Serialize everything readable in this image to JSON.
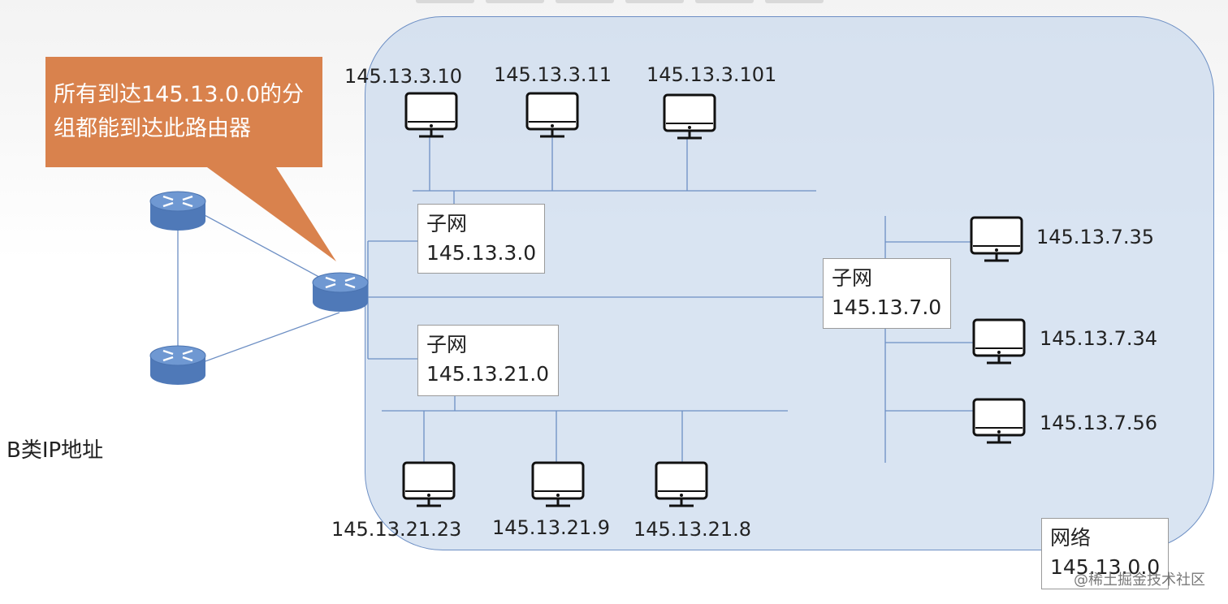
{
  "callout": {
    "line1": "所有到达145.13.0.0的分",
    "line2": "组都能到达此路由器"
  },
  "side_label": "B类IP地址",
  "network_box": {
    "label": "网络",
    "address": "145.13.0.0"
  },
  "subnets": [
    {
      "label": "子网",
      "address": "145.13.3.0"
    },
    {
      "label": "子网",
      "address": "145.13.21.0"
    },
    {
      "label": "子网",
      "address": "145.13.7.0"
    }
  ],
  "hosts_subnet_3": [
    "145.13.3.10",
    "145.13.3.11",
    "145.13.3.101"
  ],
  "hosts_subnet_21": [
    "145.13.21.23",
    "145.13.21.9",
    "145.13.21.8"
  ],
  "hosts_subnet_7": [
    "145.13.7.35",
    "145.13.7.34",
    "145.13.7.56"
  ],
  "watermark": "@稀土掘金技术社区",
  "colors": {
    "callout": "#d9824d",
    "router": "#5b85c4",
    "network_fill": "#ccdbee",
    "line": "#6d8fc4"
  }
}
